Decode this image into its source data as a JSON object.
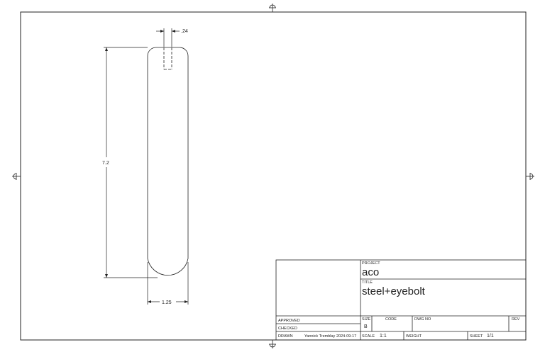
{
  "drawing": {
    "dim_hole_width": ".24",
    "dim_height": "7.2",
    "dim_width": "1.25"
  },
  "title_block": {
    "project_label": "PROJECT",
    "project": "aco",
    "title_label": "TITLE",
    "title": "steel+eyebolt",
    "approved_label": "APPROVED",
    "checked_label": "CHECKED",
    "drawn_label": "DRAWN",
    "drawn_by": "Yannick Tremblay",
    "drawn_date": "2024-09-17",
    "size_label": "SIZE",
    "size": "B",
    "code_label": "CODE",
    "dwg_no_label": "DWG NO",
    "rev_label": "REV",
    "scale_label": "SCALE",
    "scale": "1:1",
    "weight_label": "WEIGHT",
    "sheet_label": "SHEET",
    "sheet": "1/1"
  }
}
